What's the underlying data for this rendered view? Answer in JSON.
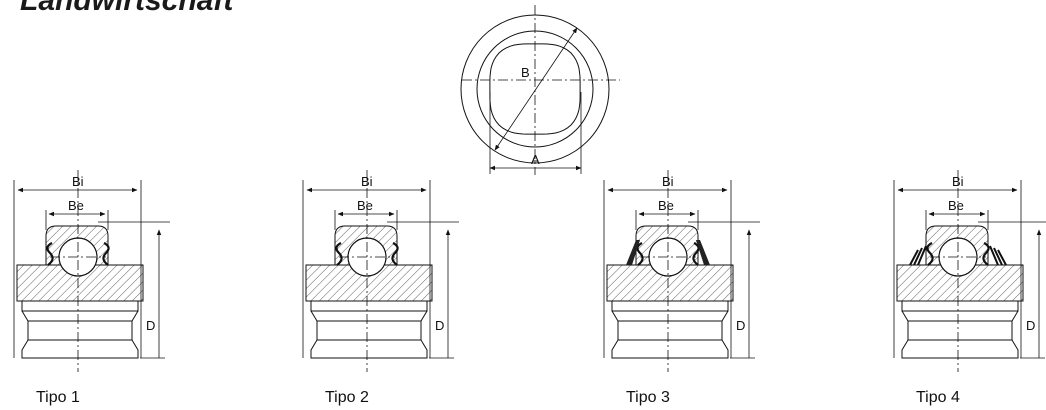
{
  "title": "Landwirtschaft",
  "top_view": {
    "label_b": "B",
    "label_a": "A"
  },
  "bearings": [
    {
      "caption": "Tipo 1",
      "label_bi": "Bi",
      "label_be": "Be",
      "label_d": "D"
    },
    {
      "caption": "Tipo 2",
      "label_bi": "Bi",
      "label_be": "Be",
      "label_d": "D"
    },
    {
      "caption": "Tipo 3",
      "label_bi": "Bi",
      "label_be": "Be",
      "label_d": "D"
    },
    {
      "caption": "Tipo 4",
      "label_bi": "Bi",
      "label_be": "Be",
      "label_d": "D"
    }
  ]
}
